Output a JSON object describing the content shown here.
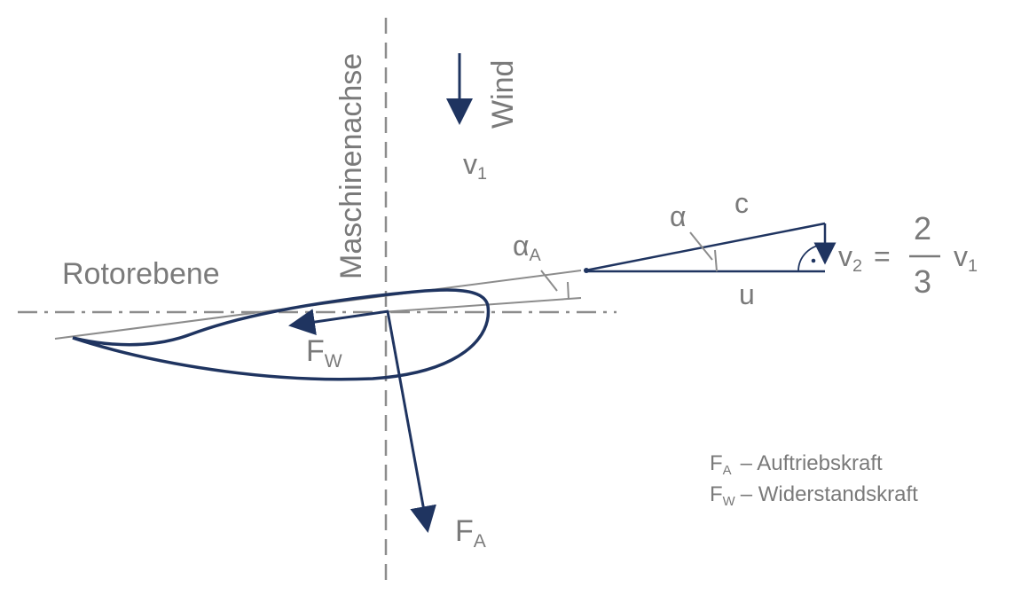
{
  "labels": {
    "machine_axis": "Maschinenachse",
    "rotor_plane": "Rotorebene",
    "wind": "Wind",
    "v1_main": "v",
    "v1_sub": "1",
    "alpha": "α",
    "c": "c",
    "u": "u",
    "alpha_a_main": "α",
    "alpha_a_sub": "A",
    "v2_main": "v",
    "v2_sub": "2",
    "equals": "=",
    "frac_num": "2",
    "frac_den": "3",
    "v1b_main": "v",
    "v1b_sub": "1",
    "fw_main": "F",
    "fw_sub": "W",
    "fa_main": "F",
    "fa_sub": "A"
  },
  "legend": [
    {
      "sym": "F",
      "sub": "A",
      "text": "– Auftriebskraft"
    },
    {
      "sym": "F",
      "sub": "W",
      "text": "– Widerstandskraft"
    }
  ],
  "colors": {
    "navy": "#1f3460",
    "grey_line": "#8c8c8c",
    "text": "#7a7a7a"
  }
}
